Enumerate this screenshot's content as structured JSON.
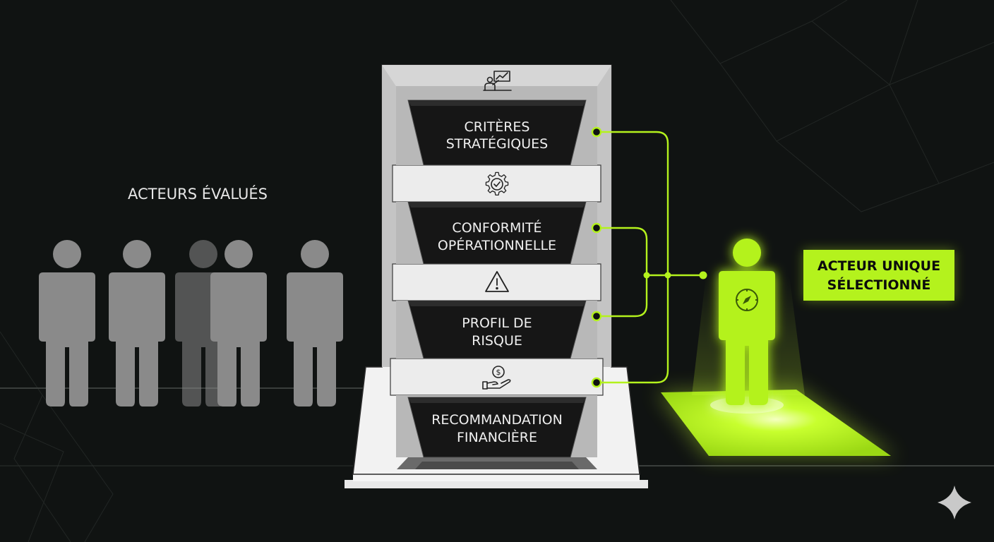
{
  "diagram": {
    "left_label": "ACTEURS ÉVALUÉS",
    "stages": [
      {
        "line1": "CRITÈRES",
        "line2": "STRATÉGIQUES",
        "icon": "presentation-chart-icon"
      },
      {
        "line1": "CONFORMITÉ",
        "line2": "OPÉRATIONNELLE",
        "icon": "gear-check-icon"
      },
      {
        "line1": "PROFIL DE",
        "line2": "RISQUE",
        "icon": "warning-icon"
      },
      {
        "line1": "RECOMMANDATION",
        "line2": "FINANCIÈRE",
        "icon": "hand-coin-icon"
      }
    ],
    "result_label": {
      "line1": "ACTEUR UNIQUE",
      "line2": "SÉLECTIONNÉ"
    },
    "result_icon": "compass-icon",
    "corner_icon": "sparkle-icon"
  },
  "colors": {
    "background": "#101312",
    "accent": "#b4f21d",
    "accent_glow": "#c8ff2e",
    "tower": "#f2f2f2",
    "figure": "#8a8a8a",
    "panel": "#161616"
  }
}
